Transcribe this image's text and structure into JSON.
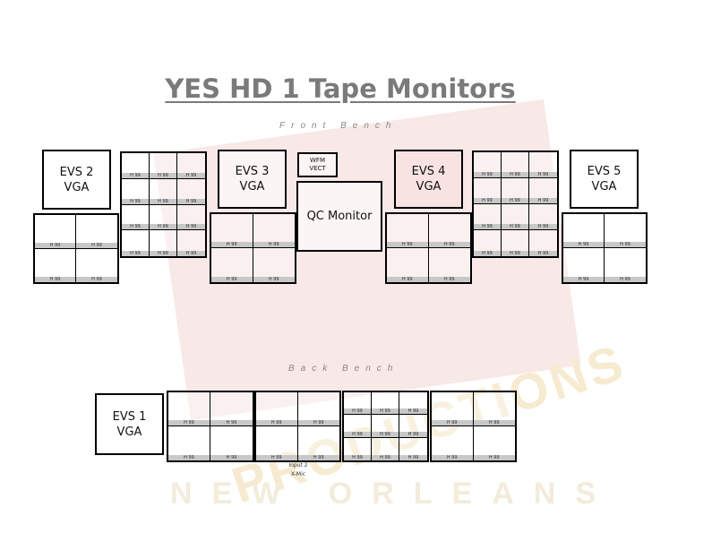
{
  "title": "YES HD 1 Tape Monitors",
  "front_bench_label": "Front Bench",
  "back_bench_label": "Back Bench",
  "watermark": {
    "line1": "PRODUCTIONS",
    "line2": "NEW ORLEANS"
  },
  "monitors": {
    "evs2": "EVS 2\nVGA",
    "evs3": "EVS 3\nVGA",
    "evs4": "EVS 4\nVGA",
    "evs5": "EVS 5\nVGA",
    "evs1": "EVS 1\nVGA",
    "wfm": "WFM\nVECT",
    "qc": "QC Monitor"
  },
  "multiviewers": {
    "quad1": {
      "rows": 2,
      "cols": 2,
      "label": "H 99"
    },
    "mv12a": {
      "rows": 4,
      "cols": 3,
      "label": "H 99"
    },
    "quad2": {
      "rows": 2,
      "cols": 2,
      "label": "H 99"
    },
    "quad3": {
      "rows": 2,
      "cols": 2,
      "label": "H 99"
    },
    "mv12b": {
      "rows": 4,
      "cols": 3,
      "label": "H 99"
    },
    "quad4": {
      "rows": 2,
      "cols": 2,
      "label": "H 99"
    },
    "back1": {
      "rows": 2,
      "cols": 2,
      "label": "H 99"
    },
    "back2": {
      "rows": 2,
      "cols": 2,
      "label": "H 99"
    },
    "back3": {
      "rows": 3,
      "cols": 3,
      "label": "H 99"
    },
    "back4": {
      "rows": 2,
      "cols": 2,
      "label": "H 99"
    }
  },
  "notes": {
    "input2_line1": "Input 2",
    "input2_line2": "X-Mic"
  }
}
